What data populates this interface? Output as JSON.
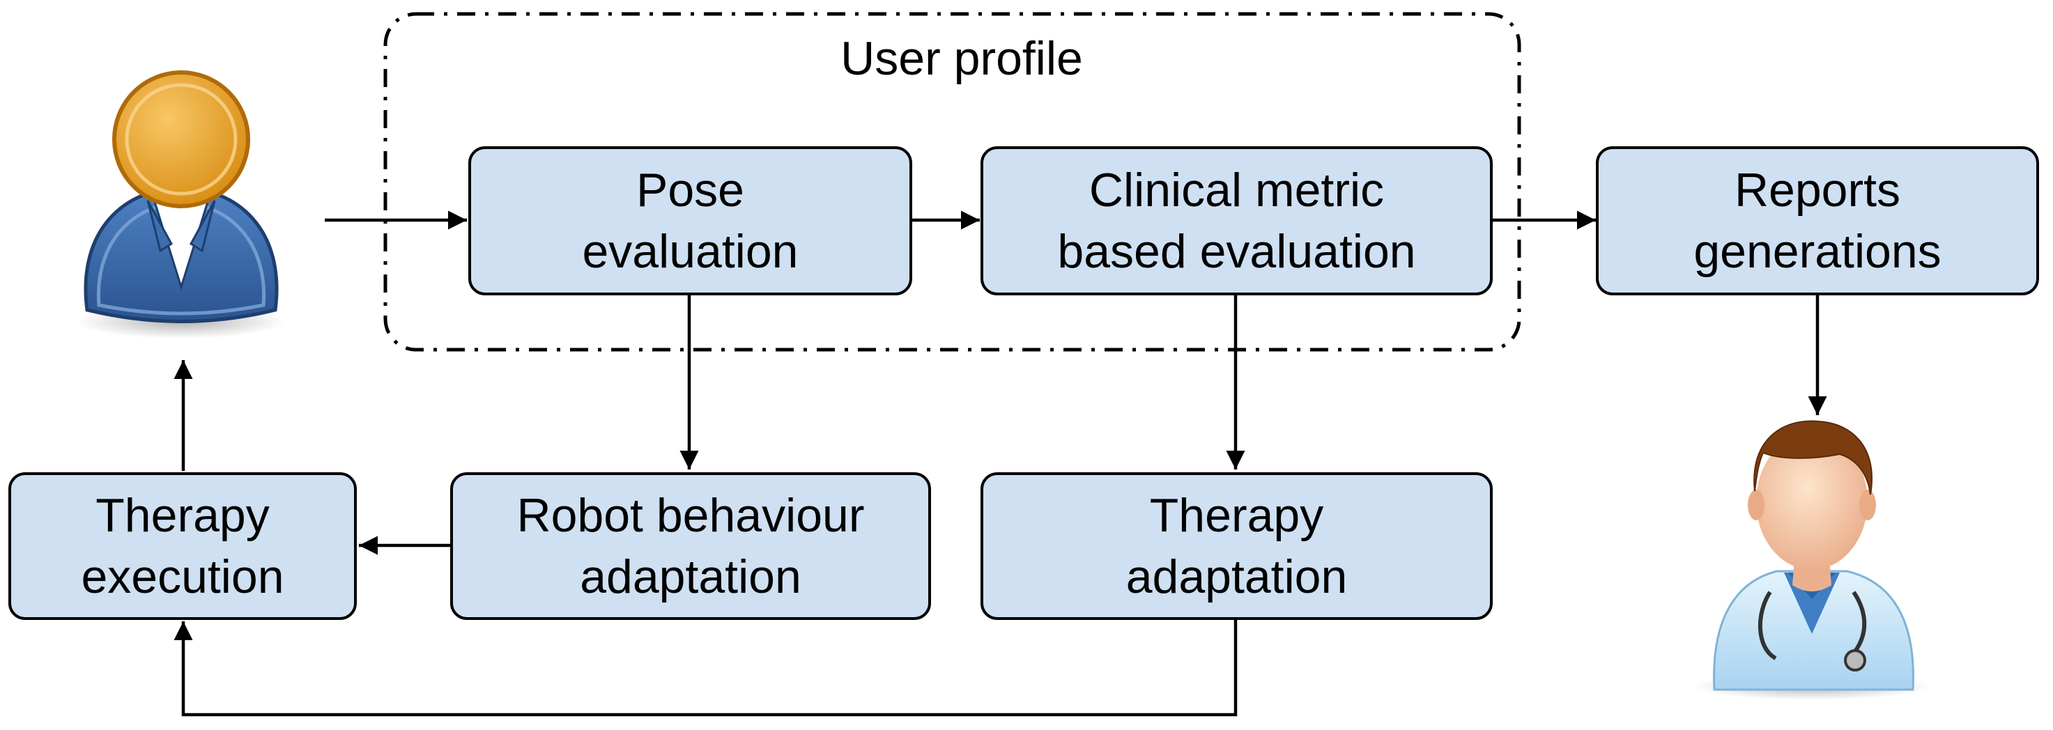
{
  "group": {
    "title": "User profile"
  },
  "nodes": {
    "pose": {
      "line1": "Pose",
      "line2": "evaluation"
    },
    "clinical": {
      "line1": "Clinical metric",
      "line2": "based evaluation"
    },
    "reports": {
      "line1": "Reports",
      "line2": "generations"
    },
    "therapy_execution": {
      "line1": "Therapy",
      "line2": "execution"
    },
    "robot_behaviour": {
      "line1": "Robot behaviour",
      "line2": "adaptation"
    },
    "therapy_adaptation": {
      "line1": "Therapy",
      "line2": "adaptation"
    }
  },
  "icons": {
    "user": "user-icon",
    "doctor": "doctor-icon"
  },
  "colors": {
    "box_fill": "#cfe0f2",
    "stroke": "#000000",
    "user_head": "#f0a830",
    "user_body": "#3d6fb0",
    "doctor_coat": "#bfe0f5"
  }
}
